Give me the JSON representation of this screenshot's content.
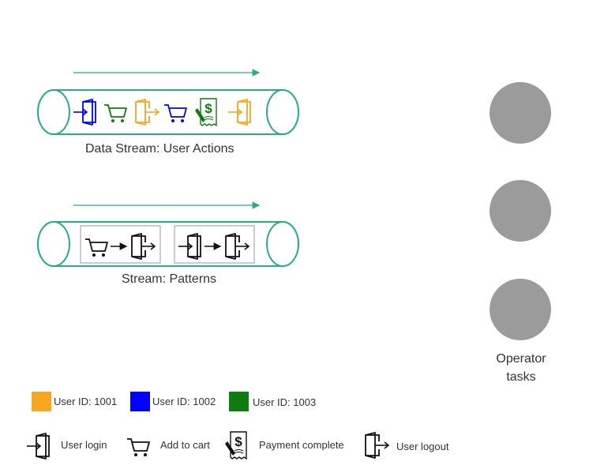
{
  "streams": {
    "user_actions": {
      "label": "Data Stream: User Actions",
      "events": [
        {
          "type": "login",
          "user": "1002"
        },
        {
          "type": "cart",
          "user": "1003"
        },
        {
          "type": "logout",
          "user": "1001"
        },
        {
          "type": "cart",
          "user": "1002"
        },
        {
          "type": "payment",
          "user": "1003"
        },
        {
          "type": "login",
          "user": "1001"
        }
      ]
    },
    "patterns": {
      "label": "Stream: Patterns",
      "patterns": [
        {
          "from": "cart",
          "to": "logout"
        },
        {
          "from": "login",
          "to": "logout"
        }
      ]
    }
  },
  "operator": {
    "label_line1": "Operator",
    "label_line2": "tasks",
    "task_count": 3
  },
  "legend": {
    "users": [
      {
        "id_label": "User ID: 1001",
        "color": "#f5a623"
      },
      {
        "id_label": "User ID: 1002",
        "color": "#0000ff"
      },
      {
        "id_label": "User ID: 1003",
        "color": "#107c10"
      }
    ],
    "actions": [
      {
        "icon": "login-icon",
        "label": "User login"
      },
      {
        "icon": "cart-icon",
        "label": "Add to cart"
      },
      {
        "icon": "payment-icon",
        "label": "Payment complete"
      },
      {
        "icon": "logout-icon",
        "label": "User logout"
      }
    ]
  },
  "colors": {
    "pipe": "#2bab86",
    "operator_circle": "#9b9b9b",
    "pattern_icons": "#111111"
  }
}
